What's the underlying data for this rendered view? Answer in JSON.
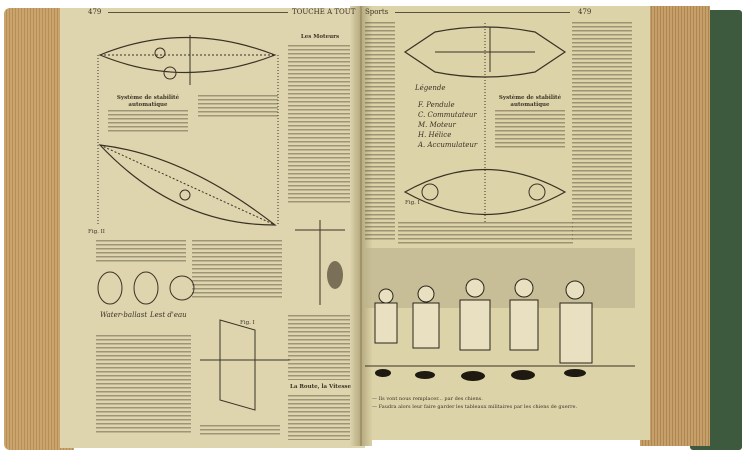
{
  "left_page": {
    "page_number": "479",
    "running_title": "TOUCHE A TOUT",
    "section_title": "Les Moteurs",
    "figure_title": "Système de stabilité automatique",
    "figure_label": "Fig. II",
    "figure_label_2": "Fig. I",
    "diagram_labels": [
      "Water-ballast",
      "Lest d'eau"
    ],
    "subheading": "La Route, la Vitesse"
  },
  "right_page": {
    "page_number": "479",
    "running_title": "Sports",
    "legend_title": "Légende",
    "legend_items": [
      "F. Pendule",
      "C. Commutateur",
      "M. Moteur",
      "H. Hélice",
      "A. Accumulateur"
    ],
    "figure_title": "Système de stabilité automatique",
    "figure_label": "Fig. I",
    "cartoon_caption_1": "— Ils vont nous remplacer... par des chiens.",
    "cartoon_caption_2": "— Faudra alors leur faire garder les tableaux militaires par les chiens de guerre."
  },
  "colors": {
    "paper": "#ddd3a9",
    "cover": "#3d5a3e",
    "page_edges": "#c9a46c"
  }
}
